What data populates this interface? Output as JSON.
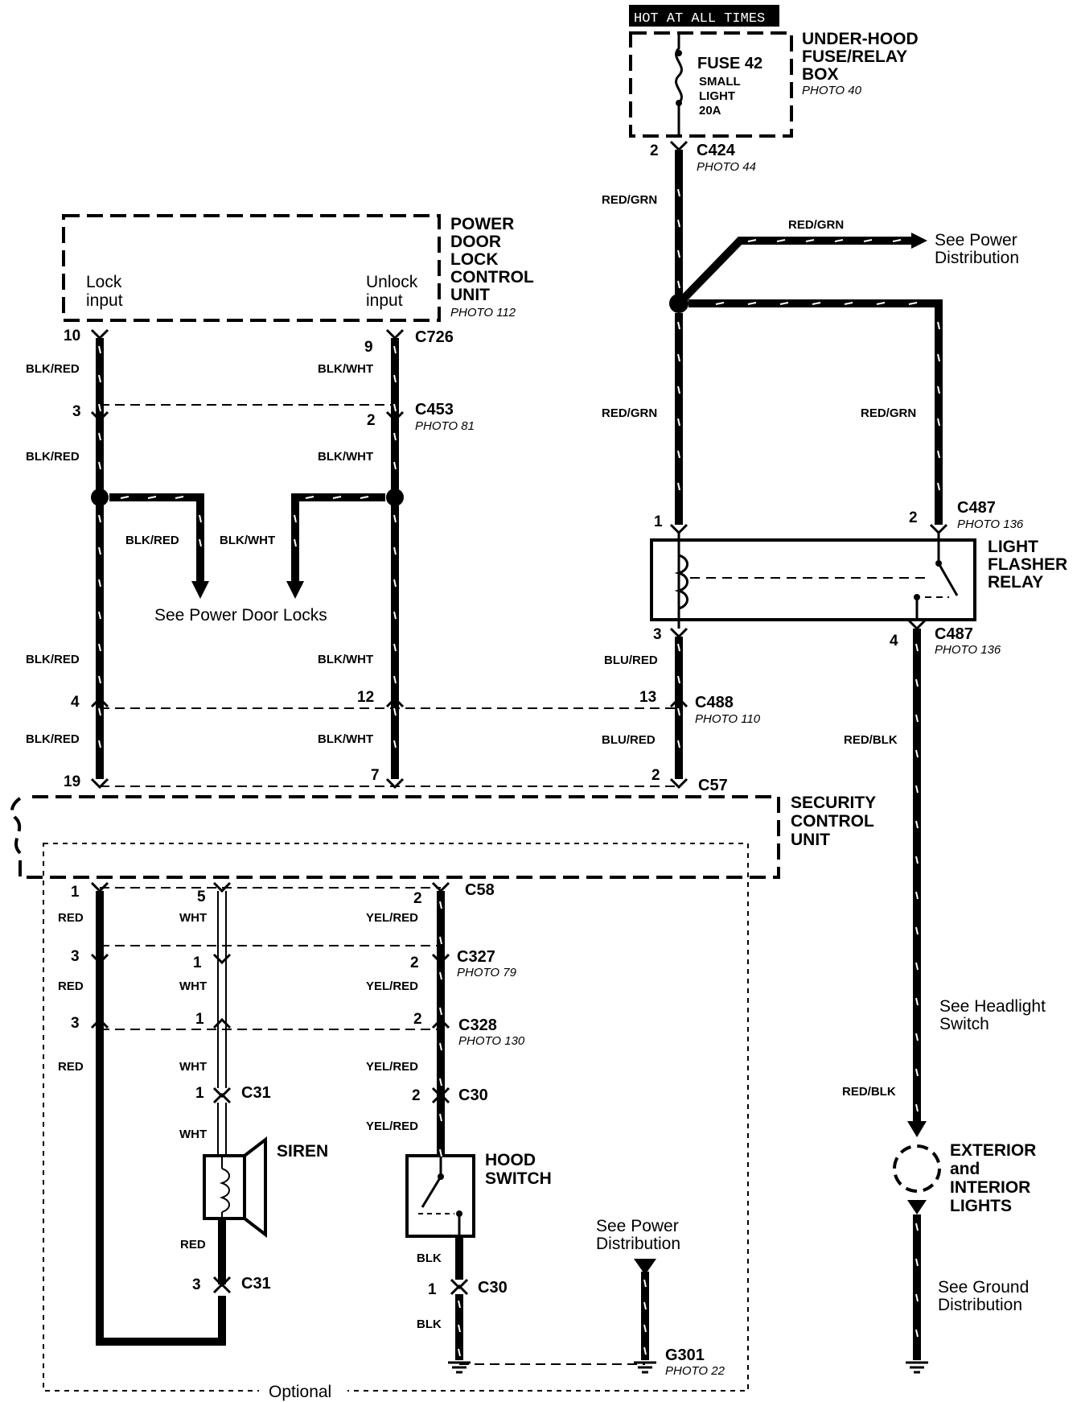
{
  "fuse_box": {
    "banner": "HOT AT ALL TIMES",
    "fuse": "FUSE 42",
    "fuse_desc": [
      "SMALL",
      "LIGHT",
      "20A"
    ],
    "name": [
      "UNDER-HOOD",
      "FUSE/RELAY",
      "BOX"
    ],
    "photo": "PHOTO 40"
  },
  "connectors": {
    "c424": {
      "name": "C424",
      "photo": "PHOTO 44",
      "pin": "2"
    },
    "c726": {
      "name": "C726",
      "pin_left": "10",
      "pin_right": "9"
    },
    "c453": {
      "name": "C453",
      "photo": "PHOTO 81",
      "pin_left": "3",
      "pin_right": "2"
    },
    "c487_top": {
      "name": "C487",
      "photo": "PHOTO 136",
      "pin_left": "1",
      "pin_right": "2"
    },
    "c487_bot": {
      "name": "C487",
      "photo": "PHOTO 136",
      "pin_left": "3",
      "pin_right": "4"
    },
    "c488": {
      "name": "C488",
      "photo": "PHOTO 110",
      "pins": [
        "4",
        "12",
        "13"
      ]
    },
    "c57": {
      "name": "C57",
      "pins": [
        "19",
        "7",
        "2"
      ]
    },
    "c58": {
      "name": "C58",
      "pins": [
        "1",
        "5",
        "2"
      ]
    },
    "c327": {
      "name": "C327",
      "photo": "PHOTO 79",
      "pins": [
        "3",
        "1",
        "2"
      ]
    },
    "c328": {
      "name": "C328",
      "photo": "PHOTO 130",
      "pins": [
        "3",
        "1",
        "2"
      ]
    },
    "c31_top": {
      "name": "C31",
      "pin": "1"
    },
    "c31_bot": {
      "name": "C31",
      "pin": "3"
    },
    "c30_top": {
      "name": "C30",
      "pin": "2"
    },
    "c30_bot": {
      "name": "C30",
      "pin": "1"
    },
    "g301": {
      "name": "G301",
      "photo": "PHOTO 22"
    }
  },
  "components": {
    "pdl": {
      "name": [
        "POWER",
        "DOOR",
        "LOCK",
        "CONTROL",
        "UNIT"
      ],
      "photo": "PHOTO 112",
      "lock": [
        "Lock",
        "input"
      ],
      "unlock": [
        "Unlock",
        "input"
      ]
    },
    "relay": {
      "name": [
        "LIGHT",
        "FLASHER",
        "RELAY"
      ]
    },
    "security": {
      "name": [
        "SECURITY",
        "CONTROL",
        "UNIT"
      ]
    },
    "siren": {
      "name": "SIREN"
    },
    "hood": {
      "name": [
        "HOOD",
        "SWITCH"
      ]
    },
    "lights": {
      "name": [
        "EXTERIOR",
        "and",
        "INTERIOR",
        "LIGHTS"
      ]
    },
    "optional": "Optional"
  },
  "wires": {
    "red_grn": "RED/GRN",
    "blk_red": "BLK/RED",
    "blk_wht": "BLK/WHT",
    "blu_red": "BLU/RED",
    "red_blk": "RED/BLK",
    "red": "RED",
    "wht": "WHT",
    "yel_red": "YEL/RED",
    "blk": "BLK"
  },
  "references": {
    "power_dist": [
      "See Power",
      "Distribution"
    ],
    "power_door_locks": "See Power Door Locks",
    "headlight": [
      "See Headlight",
      "Switch"
    ],
    "ground": [
      "See Ground",
      "Distribution"
    ]
  }
}
